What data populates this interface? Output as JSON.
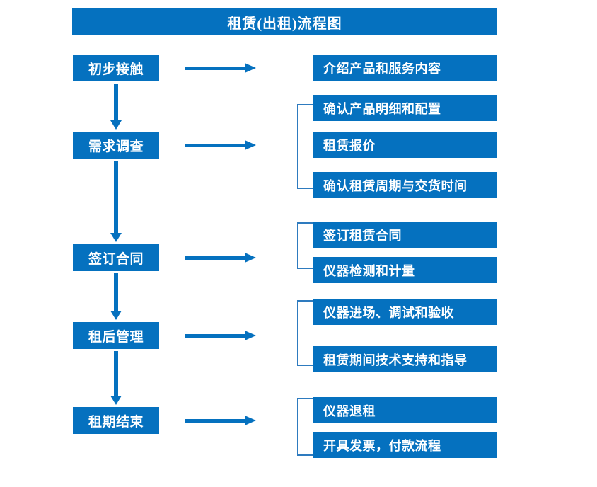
{
  "diagram": {
    "title": "租赁(出租)流程图",
    "accent_color": "#0571bf",
    "bracket_color": "#2e7bbf",
    "background_color": "#ffffff",
    "stages": [
      {
        "label": "初步接触"
      },
      {
        "label": "需求调查"
      },
      {
        "label": "签订合同"
      },
      {
        "label": "租后管理"
      },
      {
        "label": "租期结束"
      }
    ],
    "details": [
      {
        "label": "介绍产品和服务内容"
      },
      {
        "label": "确认产品明细和配置"
      },
      {
        "label": "租赁报价"
      },
      {
        "label": "确认租赁周期与交货时间"
      },
      {
        "label": "签订租赁合同"
      },
      {
        "label": "仪器检测和计量"
      },
      {
        "label": "仪器进场、调试和验收"
      },
      {
        "label": "租赁期间技术支持和指导"
      },
      {
        "label": "仪器退租"
      },
      {
        "label": "开具发票，付款流程"
      }
    ],
    "groups": [
      {
        "stage": "需求调查",
        "detail_labels": [
          "确认产品明细和配置",
          "租赁报价",
          "确认租赁周期与交货时间"
        ]
      },
      {
        "stage": "签订合同",
        "detail_labels": [
          "签订租赁合同",
          "仪器检测和计量"
        ]
      },
      {
        "stage": "租后管理",
        "detail_labels": [
          "仪器进场、调试和验收",
          "租赁期间技术支持和指导"
        ]
      },
      {
        "stage": "租期结束",
        "detail_labels": [
          "仪器退租",
          "开具发票，付款流程"
        ]
      }
    ]
  }
}
